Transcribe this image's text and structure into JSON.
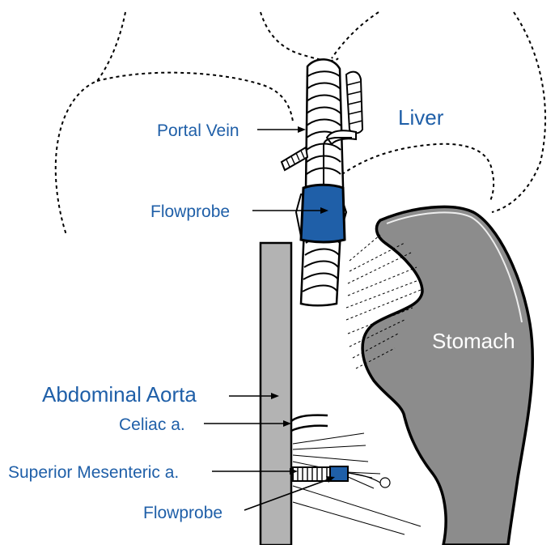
{
  "labels": {
    "liver": "Liver",
    "portal_vein": "Portal Vein",
    "flowprobe_upper": "Flowprobe",
    "stomach": "Stomach",
    "abdominal_aorta": "Abdominal Aorta",
    "celiac": "Celiac a.",
    "superior_mesenteric": "Superior Mesenteric a.",
    "flowprobe_lower": "Flowprobe"
  },
  "colors": {
    "label_blue": "#1f5fa8",
    "probe_blue": "#1f5fa8",
    "organ_gray": "#8c8c8c",
    "aorta_gray": "#b3b3b3"
  }
}
